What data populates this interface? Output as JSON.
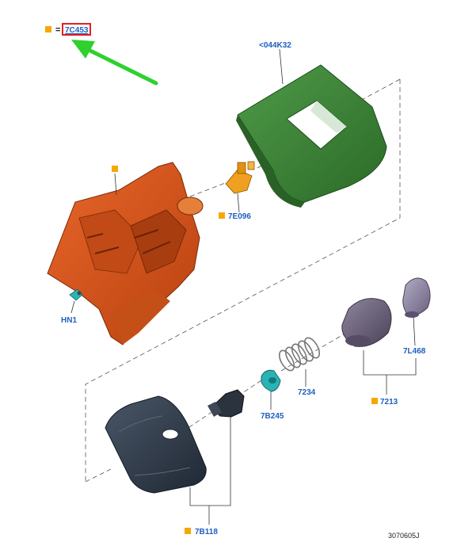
{
  "legend": {
    "equals": "=",
    "code": "7C453"
  },
  "colors": {
    "marker": "#f5a800",
    "label": "#1f5fbf",
    "highlight_box": "#e02020",
    "arrow": "#2ed12e",
    "cover": "#3e8a3a",
    "housing": "#d9561f",
    "knob": "#6d6478",
    "boot": "#34404f",
    "clip": "#2ab3b5",
    "connector": "#f0a020"
  },
  "parts": {
    "cover": "<044K32",
    "connector": "7E096",
    "housing_marker_only": "",
    "harness": "HN1",
    "knob_cap": "7L468",
    "spring": "7234",
    "clip": "7B245",
    "knob_group": "7213",
    "boot_group": "7B118"
  },
  "reference": "3070605J"
}
